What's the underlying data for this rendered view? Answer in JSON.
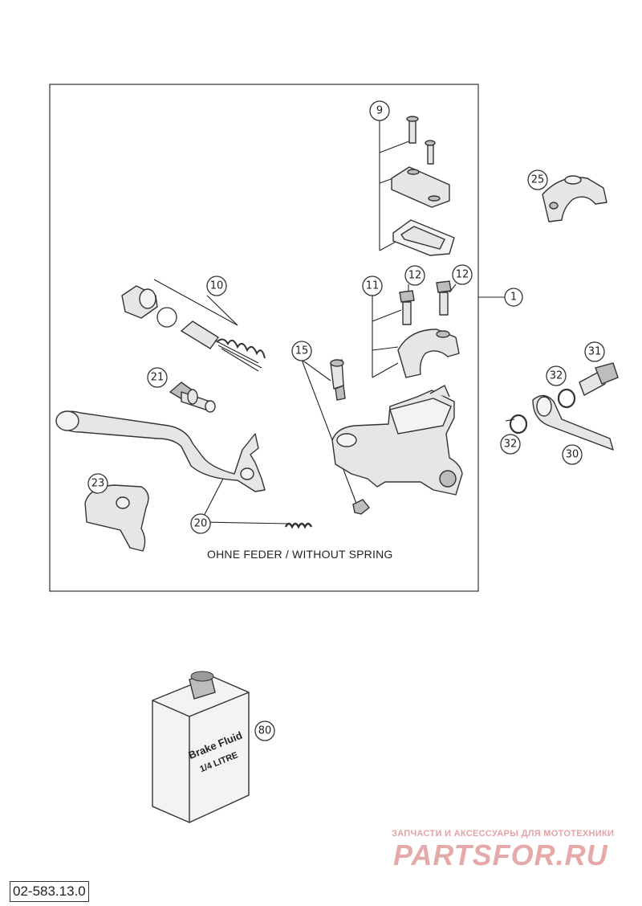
{
  "caption": "OHNE FEDER / WITHOUT SPRING",
  "page_code": "02-583.13.0",
  "fluid_label": {
    "line1": "Brake Fluid",
    "line2": "1/4 LITRE"
  },
  "watermark": {
    "tagline": "ЗАПЧАСТИ И АКСЕССУАРЫ ДЛЯ МОТОТЕХНИКИ",
    "logo": "PARTSFOR.RU"
  },
  "callouts": {
    "c1": "1",
    "c9": "9",
    "c10": "10",
    "c11": "11",
    "c12a": "12",
    "c12b": "12",
    "c15": "15",
    "c20": "20",
    "c21": "21",
    "c23": "23",
    "c25": "25",
    "c30": "30",
    "c31": "31",
    "c32a": "32",
    "c32b": "32",
    "c80": "80"
  },
  "colors": {
    "watermark": "#e6a9a9",
    "line": "#333333"
  }
}
